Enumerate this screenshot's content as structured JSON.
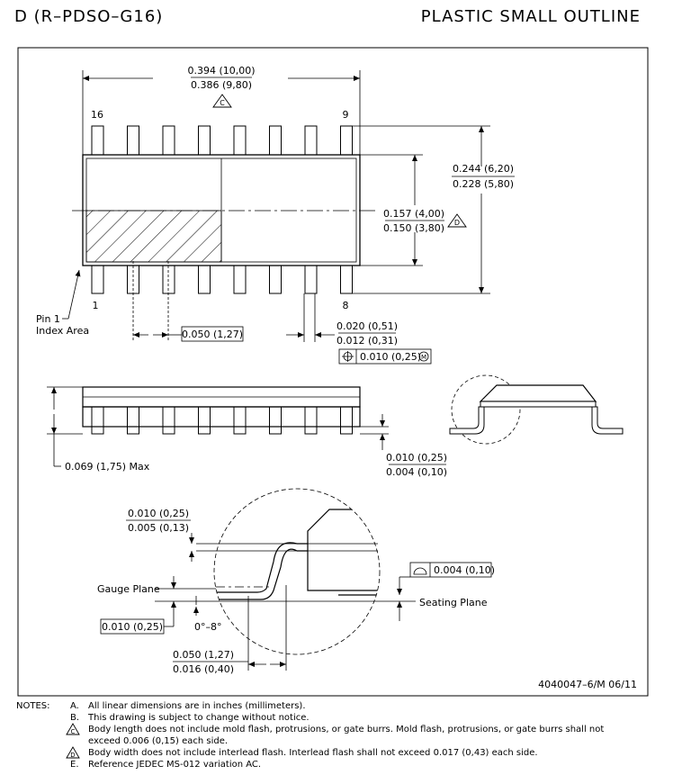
{
  "header": {
    "left_title": "D (R–PDSO–G16)",
    "right_title": "PLASTIC SMALL OUTLINE"
  },
  "drawing": {
    "top_view": {
      "length_max": "0.394 (10,00)",
      "length_min": "0.386 (9,80)",
      "length_note_ref": "C",
      "pin_16": "16",
      "pin_9": "9",
      "pin_1": "1",
      "pin_8": "8",
      "lead_span_max": "0.244 (6,20)",
      "lead_span_min": "0.228 (5,80)",
      "body_width_max": "0.157 (4,00)",
      "body_width_min": "0.150 (3,80)",
      "body_width_note_ref": "D",
      "pin1_label_line1": "Pin 1",
      "pin1_label_line2": "Index Area",
      "pitch": "0.050 (1,27)",
      "lead_width_max": "0.020 (0,51)",
      "lead_width_min": "0.012 (0,31)",
      "position_tolerance": "0.010 (0,25)",
      "position_modifier": "M"
    },
    "side_view": {
      "height": "0.069 (1,75) Max",
      "standoff_max": "0.010 (0,25)",
      "standoff_min": "0.004 (0,10)"
    },
    "detail_view": {
      "lead_thickness_max": "0.010 (0,25)",
      "lead_thickness_min": "0.005 (0,13)",
      "gauge_plane_label": "Gauge Plane",
      "gauge_dimension": "0.010 (0,25)",
      "angle": "0°–8°",
      "flatness": "0.004 (0,10)",
      "seating_plane_label": "Seating Plane",
      "foot_length_max": "0.050 (1,27)",
      "foot_length_min": "0.016 (0,40)"
    },
    "drawing_number": "4040047–6/M   06/11"
  },
  "notes": {
    "heading": "NOTES:",
    "items": [
      {
        "letter": "A.",
        "text": "All linear dimensions are in inches (millimeters)."
      },
      {
        "letter": "B.",
        "text": "This drawing is subject to change without notice."
      },
      {
        "letter": "C",
        "text": "Body length does not include mold flash, protrusions, or gate burrs.  Mold flash, protrusions, or gate burrs shall not exceed 0.006 (0,15) each side."
      },
      {
        "letter": "D",
        "text": "Body width does not include interlead flash.  Interlead flash shall not exceed 0.017 (0,43) each side."
      },
      {
        "letter": "E.",
        "text": "Reference JEDEC MS-012 variation AC."
      }
    ]
  }
}
